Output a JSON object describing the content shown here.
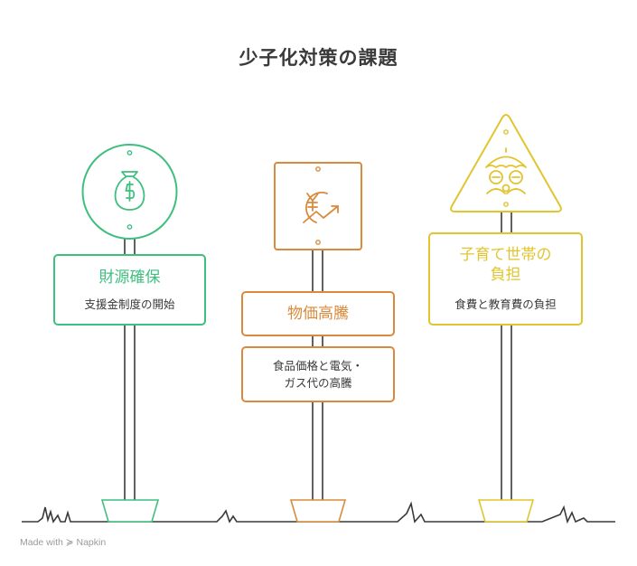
{
  "title": "少子化対策の課題",
  "colors": {
    "green": "#3fbf7f",
    "orange": "#d98a3c",
    "yellow": "#e0c52e",
    "pole": "#3a3a3a"
  },
  "signs": [
    {
      "heading": "財源確保",
      "description": "支援金制度の開始",
      "icon": "money-bag-icon"
    },
    {
      "heading": "物価高騰",
      "description_lines": [
        "食品価格と電気・",
        "ガス代の高騰"
      ],
      "icon": "yen-rising-icon"
    },
    {
      "heading_lines": [
        "子育て世帯の",
        "負担"
      ],
      "description": "食費と教育費の負担",
      "icon": "family-umbrella-icon"
    }
  ],
  "watermark": "Made with ≽ Napkin"
}
